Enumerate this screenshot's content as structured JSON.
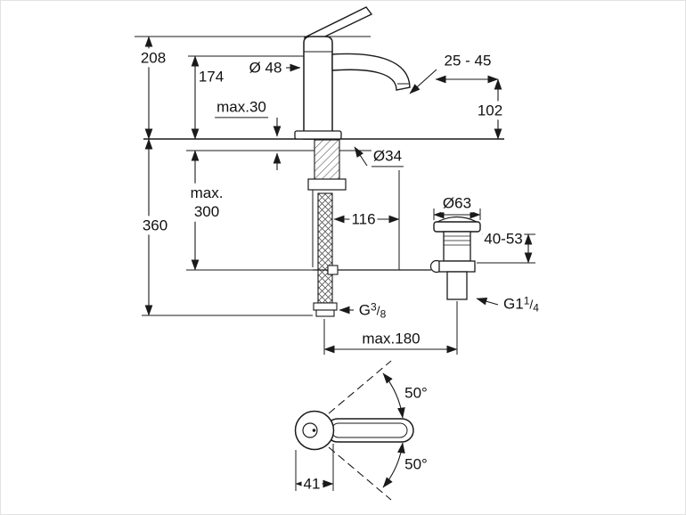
{
  "drawing": {
    "type": "technical-dimension-drawing",
    "subject": "single-lever basin mixer faucet with pop-up waste",
    "line_color": "#1a1a1a",
    "dims": {
      "height_total": "208",
      "height_body": "174",
      "body_diameter": "Ø 48",
      "spout_adjust_range": "25 - 45",
      "spout_height": "102",
      "deck_thickness_max": "max.30",
      "base_diameter": "Ø34",
      "hose_length_max_line1": "max.",
      "hose_length_max_line2": "300",
      "depth_below_deck": "360",
      "hose_offset": "116",
      "drain_flange_diameter": "Ø63",
      "drain_deck_range": "40-53",
      "reach_max": "max.180",
      "handle_swivel_up": "50°",
      "handle_swivel_down": "50°",
      "handle_offset": "41",
      "supply_thread": {
        "base": "G",
        "sup": "3",
        "slash": "/",
        "sub": "8"
      },
      "drain_thread": {
        "base": "G1",
        "sup": "1",
        "slash": "/",
        "sub": "4"
      }
    }
  }
}
